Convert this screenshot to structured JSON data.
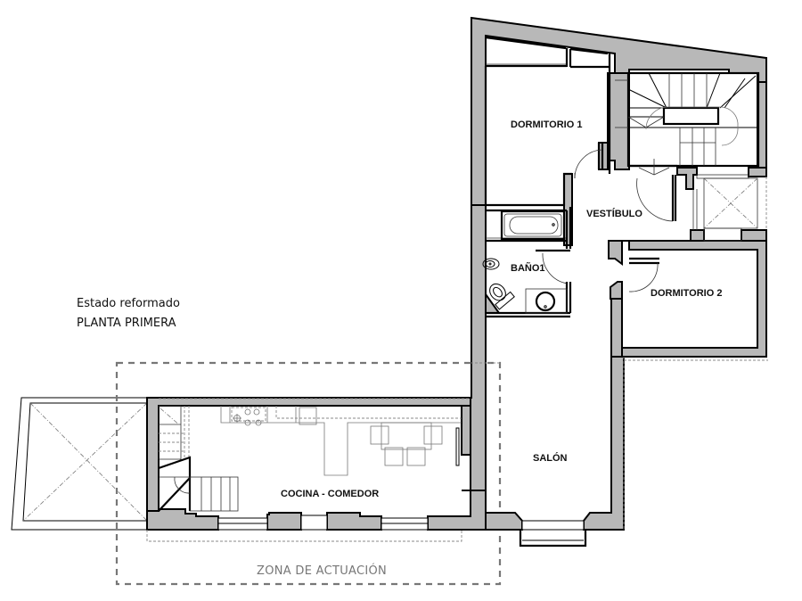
{
  "plan": {
    "state_label": "Estado reformado",
    "floor_label": "PLANTA PRIMERA",
    "zone_label": "ZONA DE ACTUACIÓN"
  },
  "rooms": {
    "dormitorio1": "DORMITORIO 1",
    "vestibulo": "VESTÍBULO",
    "bano1": "BAÑO1",
    "dormitorio2": "DORMITORIO 2",
    "salon": "SALÓN",
    "cocina_comedor": "COCINA - COMEDOR"
  },
  "colors": {
    "wall_fill": "#b8b8b8",
    "line": "#000000",
    "zone_dash": "#777777"
  }
}
